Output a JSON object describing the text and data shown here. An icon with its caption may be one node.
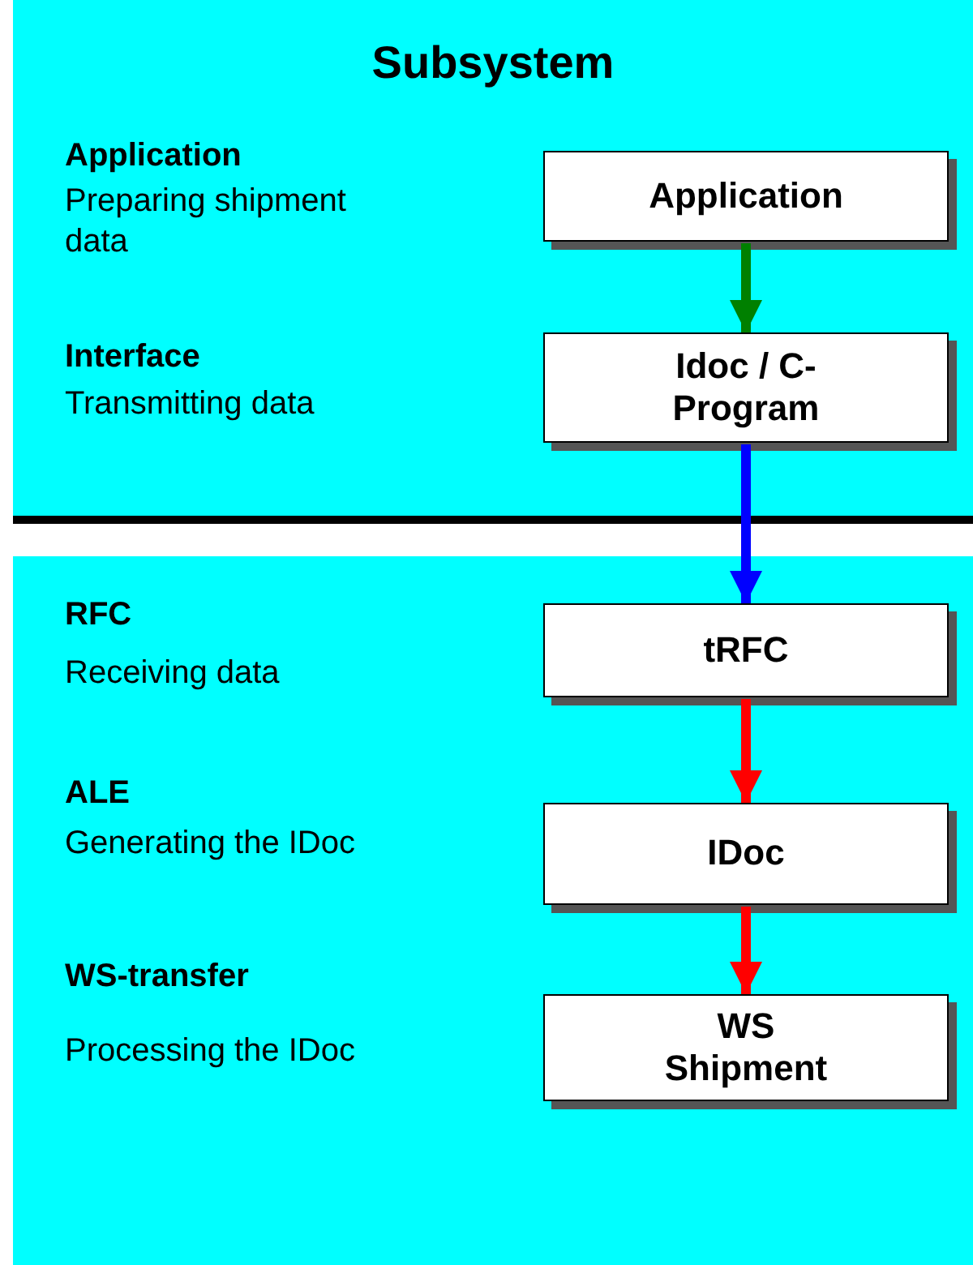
{
  "diagram": {
    "nodes": [
      {
        "text": [
          "Subsystem"
        ]
      },
      {
        "text": [
          "Application"
        ],
        "in": 0
      },
      {
        "text": [
          "Idoc / C-Program"
        ],
        "in": 0
      },
      {
        "text": [],
        "shape": "box"
      },
      {
        "text": [
          "tRFC"
        ],
        "in": 3
      },
      {
        "text": [
          "IDoc"
        ],
        "in": 3
      },
      {
        "text": [
          "WS Shipment"
        ],
        "in": 3
      }
    ],
    "edges": [
      {
        "from": 1,
        "to": 2,
        "arrow": "to",
        "color": "#008000"
      },
      {
        "from": 2,
        "to": 4,
        "arrow": "to",
        "color": "#0000ff"
      },
      {
        "from": 4,
        "to": 5,
        "arrow": "to"
      },
      {
        "from": 5,
        "to": 6,
        "arrow": "to"
      }
    ],
    "labels": [
      "Application",
      "Preparing shipment data",
      "Interface",
      "Transmitting data",
      "RFC",
      "Receiving data",
      "ALE",
      "Generating the IDoc",
      "WS-transfer",
      "Processing the IDoc"
    ]
  }
}
